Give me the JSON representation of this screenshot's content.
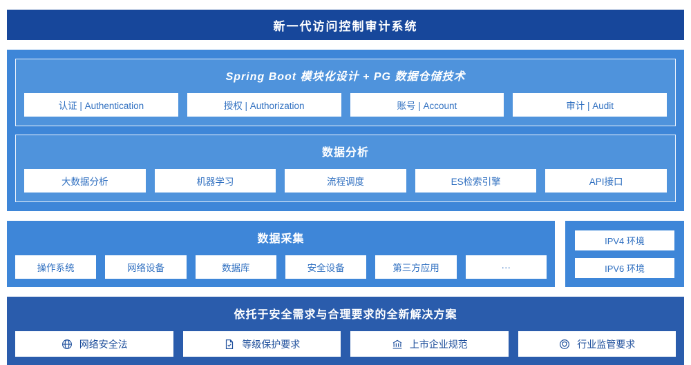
{
  "colors": {
    "header-bg": "#17479B",
    "panel-bg": "#3E86D8",
    "subpanel-bg": "#4F93DC",
    "solution-bg": "#2A5CAC",
    "box-text": "#2F6FC0",
    "solution-text": "#1D4E9B"
  },
  "header": {
    "title": "新一代访问控制审计系统"
  },
  "platform": {
    "modules": {
      "title": "Spring Boot 模块化设计 + PG 数据仓储技术",
      "items": [
        "认证 | Authentication",
        "授权 | Authorization",
        "账号 | Account",
        "审计 | Audit"
      ]
    },
    "analysis": {
      "title": "数据分析",
      "items": [
        "大数据分析",
        "机器学习",
        "流程调度",
        "ES检索引擎",
        "API接口"
      ]
    }
  },
  "collection": {
    "title": "数据采集",
    "items": [
      "操作系统",
      "网络设备",
      "数据库",
      "安全设备",
      "第三方应用",
      "···"
    ]
  },
  "environments": {
    "items": [
      "IPV4 环境",
      "IPV6 环境"
    ]
  },
  "solution": {
    "title": "依托于安全需求与合理要求的全新解决方案",
    "items": [
      {
        "icon": "globe-icon",
        "label": "网络安全法"
      },
      {
        "icon": "document-check-icon",
        "label": "等级保护要求"
      },
      {
        "icon": "bank-building-icon",
        "label": "上市企业规范"
      },
      {
        "icon": "shield-circle-icon",
        "label": "行业监管要求"
      }
    ]
  }
}
